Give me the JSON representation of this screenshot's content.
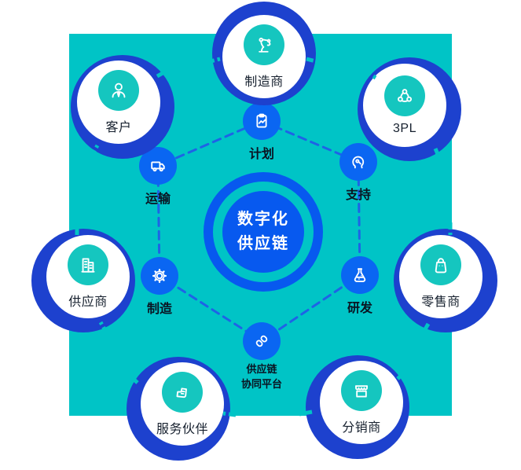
{
  "colors": {
    "panel_teal": "#00C4C6",
    "ring_blue": "#1D41CE",
    "node_blue": "#0A66F2",
    "center_blue": "#0759EF",
    "icon_teal": "#15C6BF",
    "connector_blue": "#1E63E6",
    "label_dark": "#16202E",
    "process_label_dark": "#0A1422",
    "center_text": "#FFFFFF"
  },
  "center_node": {
    "line1": "数字化",
    "line2": "供应链"
  },
  "process_nodes": [
    {
      "id": "plan",
      "label": "计划",
      "icon": "clipboard-chart-icon"
    },
    {
      "id": "transport",
      "label": "运输",
      "icon": "truck-icon"
    },
    {
      "id": "support",
      "label": "支持",
      "icon": "headset-support-icon"
    },
    {
      "id": "manufacturing",
      "label": "制造",
      "icon": "gear-icon"
    },
    {
      "id": "rnd",
      "label": "研发",
      "icon": "flask-icon"
    },
    {
      "id": "platform",
      "label_line1": "供应链",
      "label_line2": "协同平台",
      "icon": "chain-link-icon"
    }
  ],
  "partner_nodes": [
    {
      "id": "manufacturer",
      "label": "制造商",
      "icon": "robot-arm-icon"
    },
    {
      "id": "customer",
      "label": "客户",
      "icon": "person-icon"
    },
    {
      "id": "3pl",
      "label": "3PL",
      "icon": "network-share-icon"
    },
    {
      "id": "supplier",
      "label": "供应商",
      "icon": "buildings-icon"
    },
    {
      "id": "retailer",
      "label": "零售商",
      "icon": "shopping-bag-icon"
    },
    {
      "id": "service_partner",
      "label": "服务伙伴",
      "icon": "handshake-icon"
    },
    {
      "id": "distributor",
      "label": "分销商",
      "icon": "storefront-icon"
    }
  ]
}
